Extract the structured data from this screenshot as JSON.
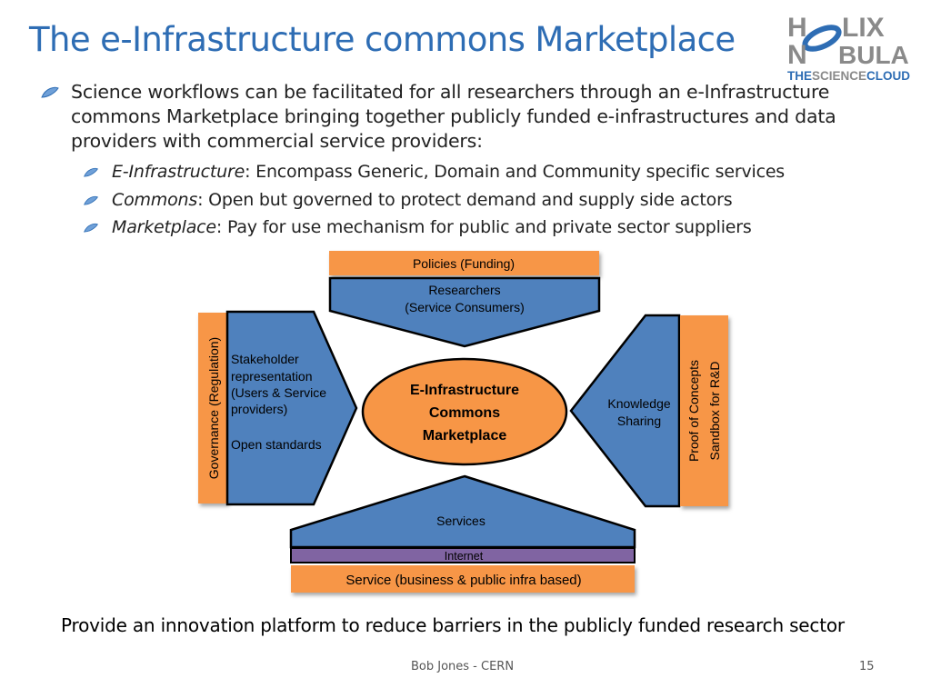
{
  "slide": {
    "title": "The e-Infrastructure commons Marketplace",
    "logo": {
      "line1_a": "H",
      "line1_b": "LIX",
      "line2_a": "N",
      "line2_b": "BULA",
      "tagline_a": "THE",
      "tagline_b": "SCIENCE",
      "tagline_c": "CLOUD"
    },
    "bullet_main": "Science workflows can be facilitated for all researchers through an e-Infrastructure commons Marketplace bringing together publicly funded e-infrastructures and data providers with commercial service providers:",
    "sub_bullets": [
      {
        "term": "E-Infrastructure",
        "rest": ": Encompass Generic, Domain and Community specific services"
      },
      {
        "term": "Commons",
        "rest": ": Open but governed to protect demand and supply side actors"
      },
      {
        "term": "Marketplace",
        "rest": ": Pay for use mechanism for public and private sector suppliers"
      }
    ],
    "diagram": {
      "policies": "Policies (Funding)",
      "researchers_1": "Researchers",
      "researchers_2": "(Service Consumers)",
      "governance": "Governance (Regulation)",
      "stakeholder_1": "Stakeholder",
      "stakeholder_2": "representation",
      "stakeholder_3": "(Users & Service",
      "stakeholder_4": "providers)",
      "open_standards": "Open standards",
      "center_1": "E-Infrastructure",
      "center_2": "Commons",
      "center_3": "Marketplace",
      "knowledge_1": "Knowledge",
      "knowledge_2": "Sharing",
      "poc": "Proof of Concepts",
      "sandbox": "Sandbox for R&D",
      "services": "Services",
      "internet": "Internet",
      "service_bar": "Service (business & public infra based)"
    },
    "bottom_text": "Provide an innovation platform to reduce barriers in the publicly funded research sector",
    "footer_author": "Bob Jones - CERN",
    "footer_page": "15",
    "colors": {
      "title": "#2E6DB4",
      "blue_shape": "#4F81BD",
      "orange": "#F79646",
      "purple": "#8064A2"
    }
  }
}
